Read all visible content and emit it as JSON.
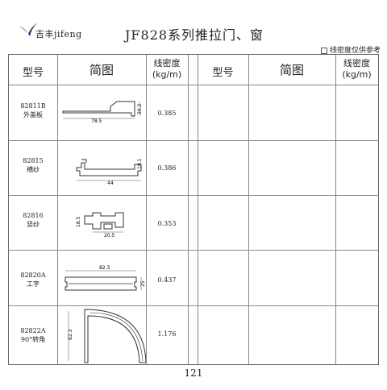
{
  "header": {
    "brand_text": "吉丰jifeng",
    "title": "JF828系列推拉门、窗",
    "note": "线密度仅供参考"
  },
  "table": {
    "columns": {
      "model": "型号",
      "diagram": "简图",
      "density_line1": "线密度",
      "density_line2": "(kg/m)"
    },
    "rows": [
      {
        "model": "82811B",
        "name": "外盖板",
        "density": "0.385",
        "dims": [
          "78.5",
          "20.2"
        ]
      },
      {
        "model": "82815",
        "name": "横纱",
        "density": "0.386",
        "dims": [
          "44",
          "19.1"
        ]
      },
      {
        "model": "82816",
        "name": "竖纱",
        "density": "0.353",
        "dims": [
          "20.5",
          "18.5"
        ]
      },
      {
        "model": "82820A",
        "name": "工字",
        "density": "0.437",
        "dims": [
          "82.3",
          "25"
        ]
      },
      {
        "model": "82822A",
        "name": "90°转角",
        "density": "1.176",
        "dims": [
          "82.3"
        ]
      }
    ]
  },
  "footer": {
    "page_number": "121"
  }
}
